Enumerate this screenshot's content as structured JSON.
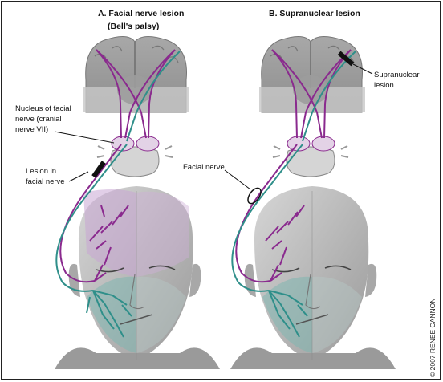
{
  "panels": [
    {
      "title": "A. Facial nerve lesion",
      "subtitle": "(Bell's palsy)"
    },
    {
      "title": "B. Supranuclear lesion"
    }
  ],
  "labels": {
    "nucleus_line1": "Nucleus of facial",
    "nucleus_line2": "nerve (cranial",
    "nucleus_line3": "nerve VII)",
    "lesion_line1": "Lesion in",
    "lesion_line2": "facial nerve",
    "facial_nerve": "Facial nerve",
    "supranuclear_line1": "Supranuclear",
    "supranuclear_line2": "lesion"
  },
  "copyright": "© 2007 RENEE CANNON",
  "colors": {
    "motor_tract": "#8a2a8e",
    "facial_nerve": "#2f8f8a",
    "lesion_mark": "#111111"
  }
}
